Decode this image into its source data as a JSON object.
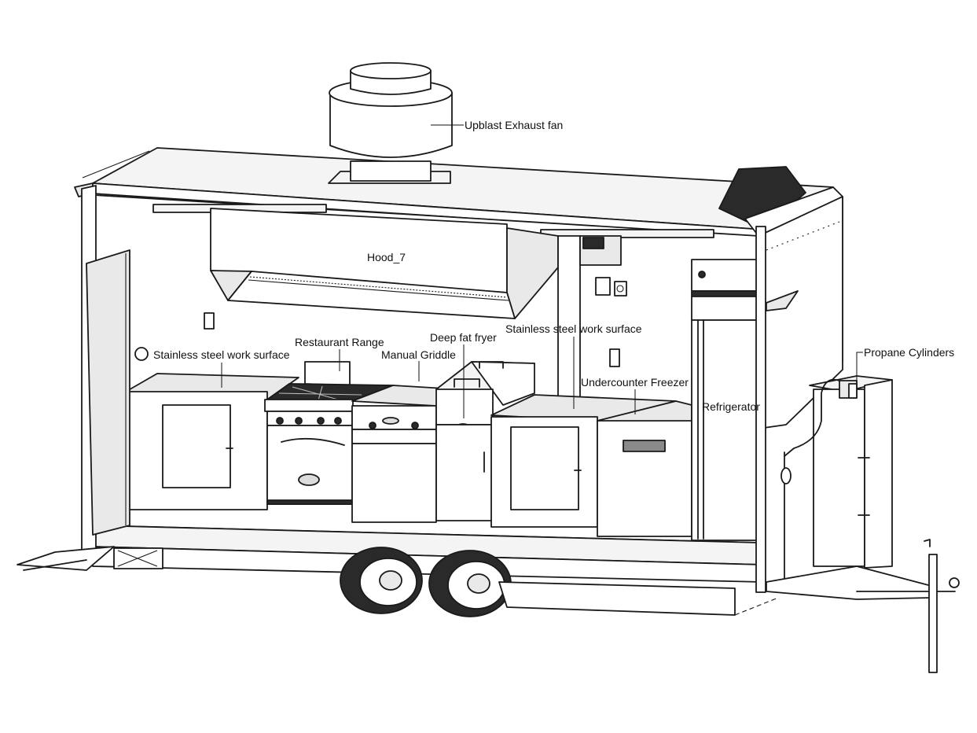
{
  "labels": {
    "exhaust_fan": "Upblast Exhaust fan",
    "hood": "Hood_7",
    "work_surface_left": "Stainless steel work surface",
    "restaurant_range": "Restaurant Range",
    "manual_griddle": "Manual Griddle",
    "deep_fat_fryer": "Deep fat fryer",
    "work_surface_right": "Stainless steel work surface",
    "undercounter_freezer": "Undercounter Freezer",
    "refrigerator": "Refrigerator",
    "propane_cylinders": "Propane Cylinders"
  }
}
